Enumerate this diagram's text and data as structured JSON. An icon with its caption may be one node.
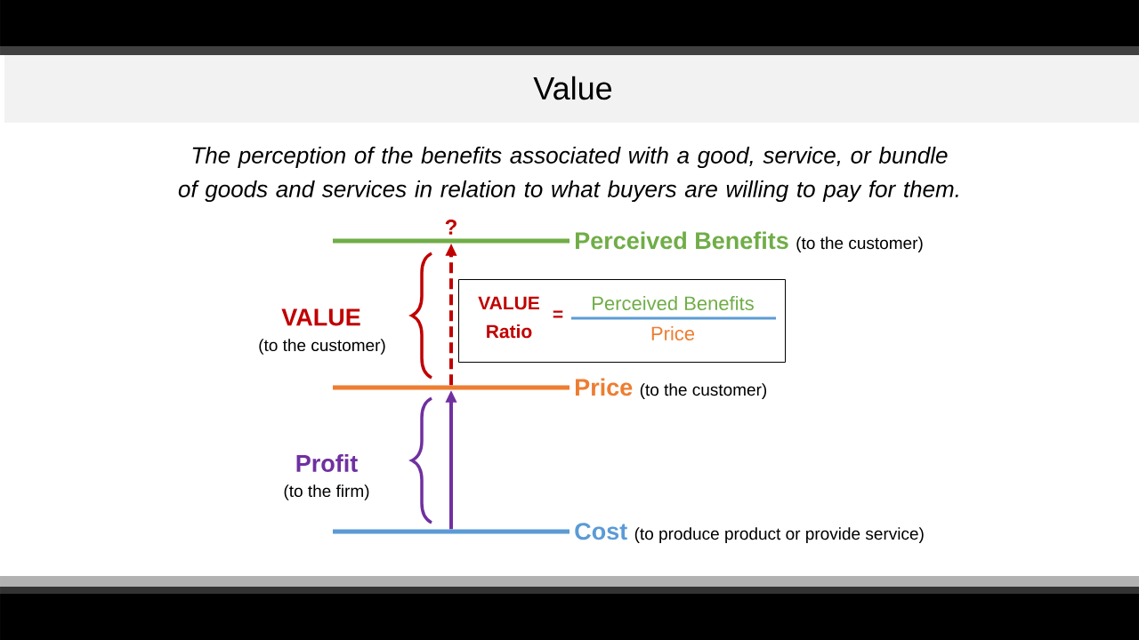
{
  "diagram": {
    "title": "Value",
    "nodes": [
      {
        "text": [
          "Perceived Benefits"
        ]
      },
      {
        "text": [
          "Price"
        ]
      },
      {
        "text": [
          "Cost"
        ]
      },
      {
        "text": [
          "VALUE Ratio",
          "=",
          "Perceived Benefits",
          "Price"
        ]
      }
    ],
    "edges": [
      {
        "from": 1,
        "to": 0,
        "arrow": "to",
        "label": "?",
        "style": "dashed",
        "color": "#c00000"
      },
      {
        "from": 2,
        "to": 1,
        "arrow": "to",
        "color": "#7030a0"
      }
    ],
    "labels": [
      "The perception of the benefits associated with a good, service, or bundle of goods and services in relation to what buyers are willing to pay for them.",
      "(to the customer)",
      "VALUE",
      "(to the customer)",
      "(to the customer)",
      "Profit",
      "(to the firm)",
      "(to produce product or provide service)"
    ]
  }
}
